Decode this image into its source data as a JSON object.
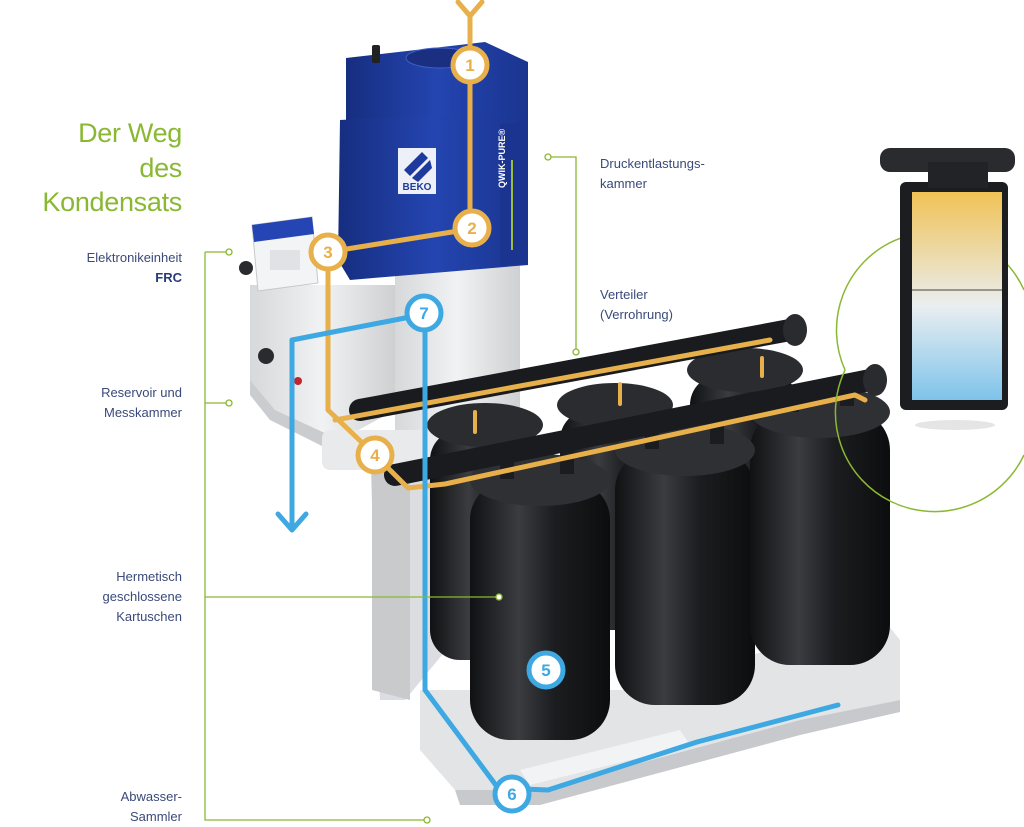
{
  "title": {
    "line1": "Der Weg",
    "line2": "des Kondensats"
  },
  "labels": {
    "elektronik_line1": "Elektronikeinheit",
    "elektronik_line2": "FRC",
    "reservoir_line1": "Reservoir und",
    "reservoir_line2": "Messkammer",
    "kartuschen_line1": "Hermetisch",
    "kartuschen_line2": "geschlossene",
    "kartuschen_line3": "Kartuschen",
    "sammler_line1": "Abwasser-",
    "sammler_line2": "Sammler",
    "druck_line1": "Druckentlastungs-",
    "druck_line2": "kammer",
    "verteiler_line1": "Verteiler",
    "verteiler_line2": "(Verrohrung)"
  },
  "product": {
    "brand": "BEKO",
    "model": "QWIK-PURE®"
  },
  "markers": [
    "1",
    "2",
    "3",
    "4",
    "5",
    "6",
    "7"
  ],
  "colors": {
    "accent_green": "#8ab832",
    "label_blue": "#3a4a7a",
    "flow_orange": "#e7b04a",
    "flow_blue": "#3ea8e2",
    "housing_blue": "#1d3a9c",
    "cartridge_black": "#1e1f22",
    "base_grey": "#e6e7e9"
  }
}
